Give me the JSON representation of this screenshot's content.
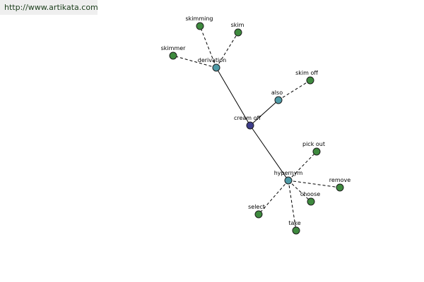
{
  "banner": {
    "url": "http://www.artikata.com"
  },
  "graph": {
    "colors": {
      "root": "#3c3c8a",
      "relation": "#4e9aa6",
      "leaf": "#3e8a3e"
    },
    "nodes": [
      {
        "id": "cream_off",
        "label": "cream off",
        "kind": "root"
      },
      {
        "id": "derivation",
        "label": "derivation",
        "kind": "relation"
      },
      {
        "id": "also",
        "label": "also",
        "kind": "relation"
      },
      {
        "id": "hypernym",
        "label": "hypernym",
        "kind": "relation"
      },
      {
        "id": "skimming",
        "label": "skimming",
        "kind": "leaf"
      },
      {
        "id": "skim",
        "label": "skim",
        "kind": "leaf"
      },
      {
        "id": "skimmer",
        "label": "skimmer",
        "kind": "leaf"
      },
      {
        "id": "skim_off",
        "label": "skim off",
        "kind": "leaf"
      },
      {
        "id": "pick_out",
        "label": "pick out",
        "kind": "leaf"
      },
      {
        "id": "remove",
        "label": "remove",
        "kind": "leaf"
      },
      {
        "id": "choose",
        "label": "choose",
        "kind": "leaf"
      },
      {
        "id": "select",
        "label": "select",
        "kind": "leaf"
      },
      {
        "id": "take",
        "label": "take",
        "kind": "leaf"
      }
    ],
    "edges": [
      {
        "from": "cream_off",
        "to": "derivation",
        "style": "solid"
      },
      {
        "from": "cream_off",
        "to": "also",
        "style": "solid"
      },
      {
        "from": "cream_off",
        "to": "hypernym",
        "style": "solid"
      },
      {
        "from": "derivation",
        "to": "skimming",
        "style": "dashed"
      },
      {
        "from": "derivation",
        "to": "skim",
        "style": "dashed"
      },
      {
        "from": "derivation",
        "to": "skimmer",
        "style": "dashed"
      },
      {
        "from": "also",
        "to": "skim_off",
        "style": "dashed"
      },
      {
        "from": "hypernym",
        "to": "pick_out",
        "style": "dashed"
      },
      {
        "from": "hypernym",
        "to": "remove",
        "style": "dashed"
      },
      {
        "from": "hypernym",
        "to": "choose",
        "style": "dashed"
      },
      {
        "from": "hypernym",
        "to": "select",
        "style": "dashed"
      },
      {
        "from": "hypernym",
        "to": "take",
        "style": "dashed"
      }
    ]
  }
}
